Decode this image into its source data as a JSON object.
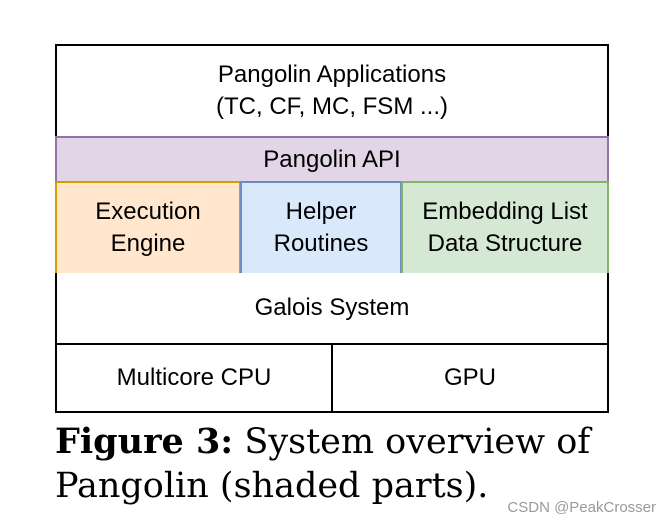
{
  "diagram": {
    "applications": {
      "line1": "Pangolin Applications",
      "line2": "(TC, CF, MC, FSM ...)"
    },
    "api": "Pangolin API",
    "execution_engine": {
      "line1": "Execution",
      "line2": "Engine"
    },
    "helper_routines": {
      "line1": "Helper",
      "line2": "Routines"
    },
    "embedding_list": {
      "line1": "Embedding List",
      "line2": "Data Structure"
    },
    "galois": "Galois System",
    "cpu": "Multicore CPU",
    "gpu": "GPU",
    "colors": {
      "api_fill": "#e1d5e7",
      "api_border": "#9673a6",
      "exec_fill": "#ffe6cc",
      "exec_border": "#d79b00",
      "helper_fill": "#dae8fc",
      "helper_border": "#6c8ebf",
      "embed_fill": "#d5e8d4",
      "embed_border": "#82b366"
    }
  },
  "caption": {
    "label": "Figure 3:",
    "text": " System overview of Pangolin (shaded parts)."
  },
  "watermark": "CSDN @PeakCrosser"
}
